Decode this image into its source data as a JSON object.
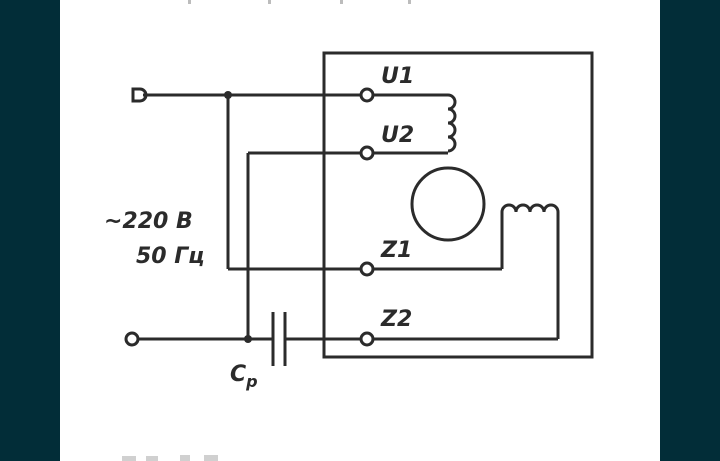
{
  "labels": {
    "u1": "U1",
    "u2": "U2",
    "z1": "Z1",
    "z2": "Z2",
    "voltage": "~220 В",
    "frequency": "50 Гц",
    "capacitor": "C",
    "capacitor_subscript": "р"
  },
  "colors": {
    "background": "#022d38",
    "sheet": "#ffffff",
    "line": "#2b2b2b"
  }
}
